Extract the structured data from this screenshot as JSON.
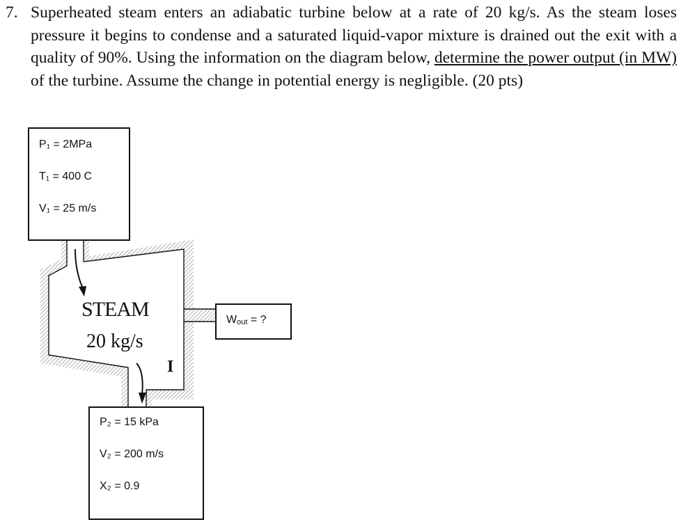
{
  "problem": {
    "number": "7.",
    "text_part1": "Superheated steam enters an adiabatic turbine below at a rate of 20 kg/s. As the steam loses pressure it begins to condense and a saturated liquid-vapor mixture is drained out the exit with a quality of 90%. Using the information on the diagram below, ",
    "underlined": "determine the power output (in MW)",
    "text_part2": " of the turbine. Assume the change in potential energy is negligible. (20 pts)"
  },
  "inlet": {
    "p_label": "P₁ = 2MPa",
    "t_label": "T₁ = 400 C",
    "v_label": "V₁ = 25 m/s"
  },
  "turbine": {
    "label_line1": "STEAM",
    "label_line2": "20 kg/s",
    "mark": "I"
  },
  "outlet": {
    "p_label": "P₂ = 15 kPa",
    "v_label": "V₂ = 200 m/s",
    "x_label": "X₂ = 0.9"
  },
  "work": {
    "symbol": "W",
    "subscript": "out",
    "suffix": " = ?"
  }
}
